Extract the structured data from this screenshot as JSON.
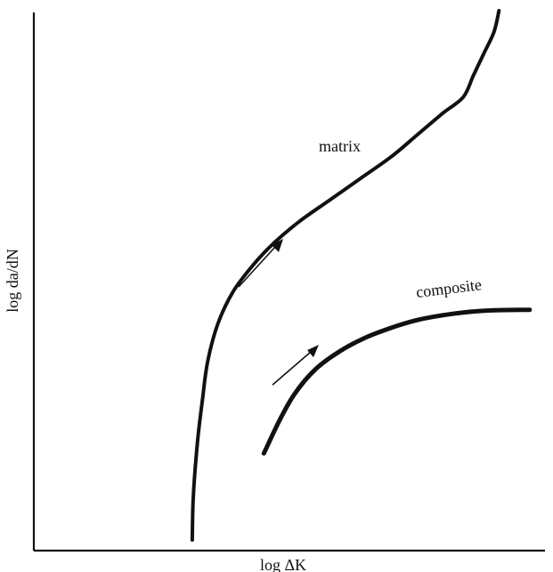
{
  "chart_data": {
    "type": "line",
    "title": "",
    "xlabel": "log ΔK",
    "ylabel": "log da/dN",
    "grid": false,
    "legend": "none",
    "xlim": [
      0,
      100
    ],
    "ylim": [
      0,
      100
    ],
    "series": [
      {
        "name": "matrix",
        "x": [
          31,
          31.2,
          32,
          33,
          34,
          36,
          39,
          43,
          47,
          52,
          58,
          64,
          70,
          75,
          80,
          84,
          86,
          88,
          90,
          91
        ],
        "y": [
          2,
          10,
          20,
          28,
          35,
          42,
          48,
          53,
          57,
          61,
          65,
          69,
          73,
          77,
          81,
          84,
          88,
          92,
          96,
          100
        ]
      },
      {
        "name": "composite",
        "x": [
          45,
          48,
          51,
          55,
          60,
          65,
          70,
          75,
          80,
          85,
          90,
          97
        ],
        "y": [
          18,
          24,
          29,
          33.5,
          37,
          39.5,
          41.3,
          42.7,
          43.6,
          44.2,
          44.5,
          44.6
        ]
      }
    ],
    "annotations": [
      "matrix",
      "composite"
    ],
    "colors": {
      "ink": "#111111",
      "background": "#ffffff"
    }
  }
}
